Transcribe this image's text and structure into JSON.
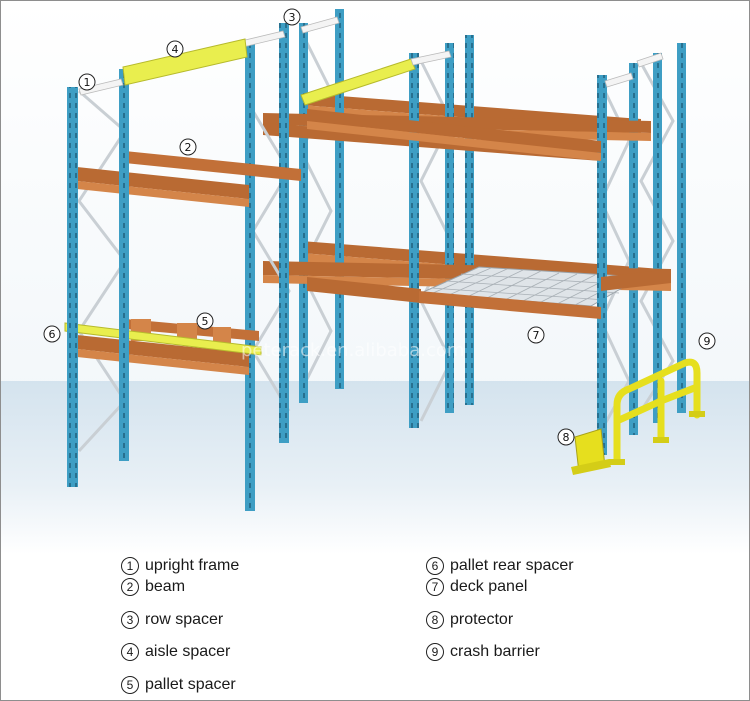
{
  "diagram": {
    "watermark": "peterack.en.alibaba.com",
    "colors": {
      "upright": "#3e9ec4",
      "beam": "#c8743a",
      "spacer_yellow": "#e9ee4e",
      "spacer_white": "#f2f2f2",
      "bracing": "#cfd4d8",
      "deck": "#d8dde2",
      "barrier": "#e6df1e",
      "floor_top": "#d7e6f0"
    },
    "callouts": [
      {
        "num": "1",
        "label": "upright frame"
      },
      {
        "num": "2",
        "label": "beam"
      },
      {
        "num": "3",
        "label": "row spacer"
      },
      {
        "num": "4",
        "label": "aisle spacer"
      },
      {
        "num": "5",
        "label": "pallet spacer"
      },
      {
        "num": "6",
        "label": "pallet rear spacer"
      },
      {
        "num": "7",
        "label": "deck panel"
      },
      {
        "num": "8",
        "label": "protector"
      },
      {
        "num": "9",
        "label": "crash barrier"
      }
    ]
  },
  "legend": [
    {
      "num": "1",
      "label": "upright frame"
    },
    {
      "num": "2",
      "label": "beam"
    },
    {
      "num": "3",
      "label": "row spacer"
    },
    {
      "num": "4",
      "label": "aisle spacer"
    },
    {
      "num": "5",
      "label": "pallet spacer"
    },
    {
      "num": "6",
      "label": "pallet rear spacer"
    },
    {
      "num": "7",
      "label": "deck panel"
    },
    {
      "num": "8",
      "label": "protector"
    },
    {
      "num": "9",
      "label": "crash barrier"
    }
  ]
}
